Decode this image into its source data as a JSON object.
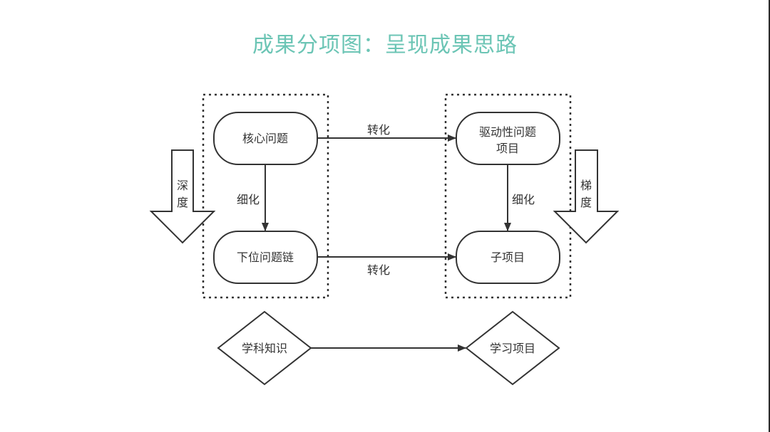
{
  "title": "成果分项图：呈现成果思路",
  "colors": {
    "title": "#6cc5b5",
    "stroke": "#333333",
    "background": "#ffffff"
  },
  "diagram": {
    "left_group": {
      "top_node": "核心问题",
      "bottom_node": "下位问题链",
      "refine_label": "细化",
      "side_arrow_label_1": "深",
      "side_arrow_label_2": "度"
    },
    "right_group": {
      "top_node_line1": "驱动性问题",
      "top_node_line2": "项目",
      "bottom_node": "子项目",
      "refine_label": "细化",
      "side_arrow_label_1": "梯",
      "side_arrow_label_2": "度"
    },
    "transform_top_label": "转化",
    "transform_bottom_label": "转化",
    "diamond_left": "学科知识",
    "diamond_right": "学习项目"
  }
}
